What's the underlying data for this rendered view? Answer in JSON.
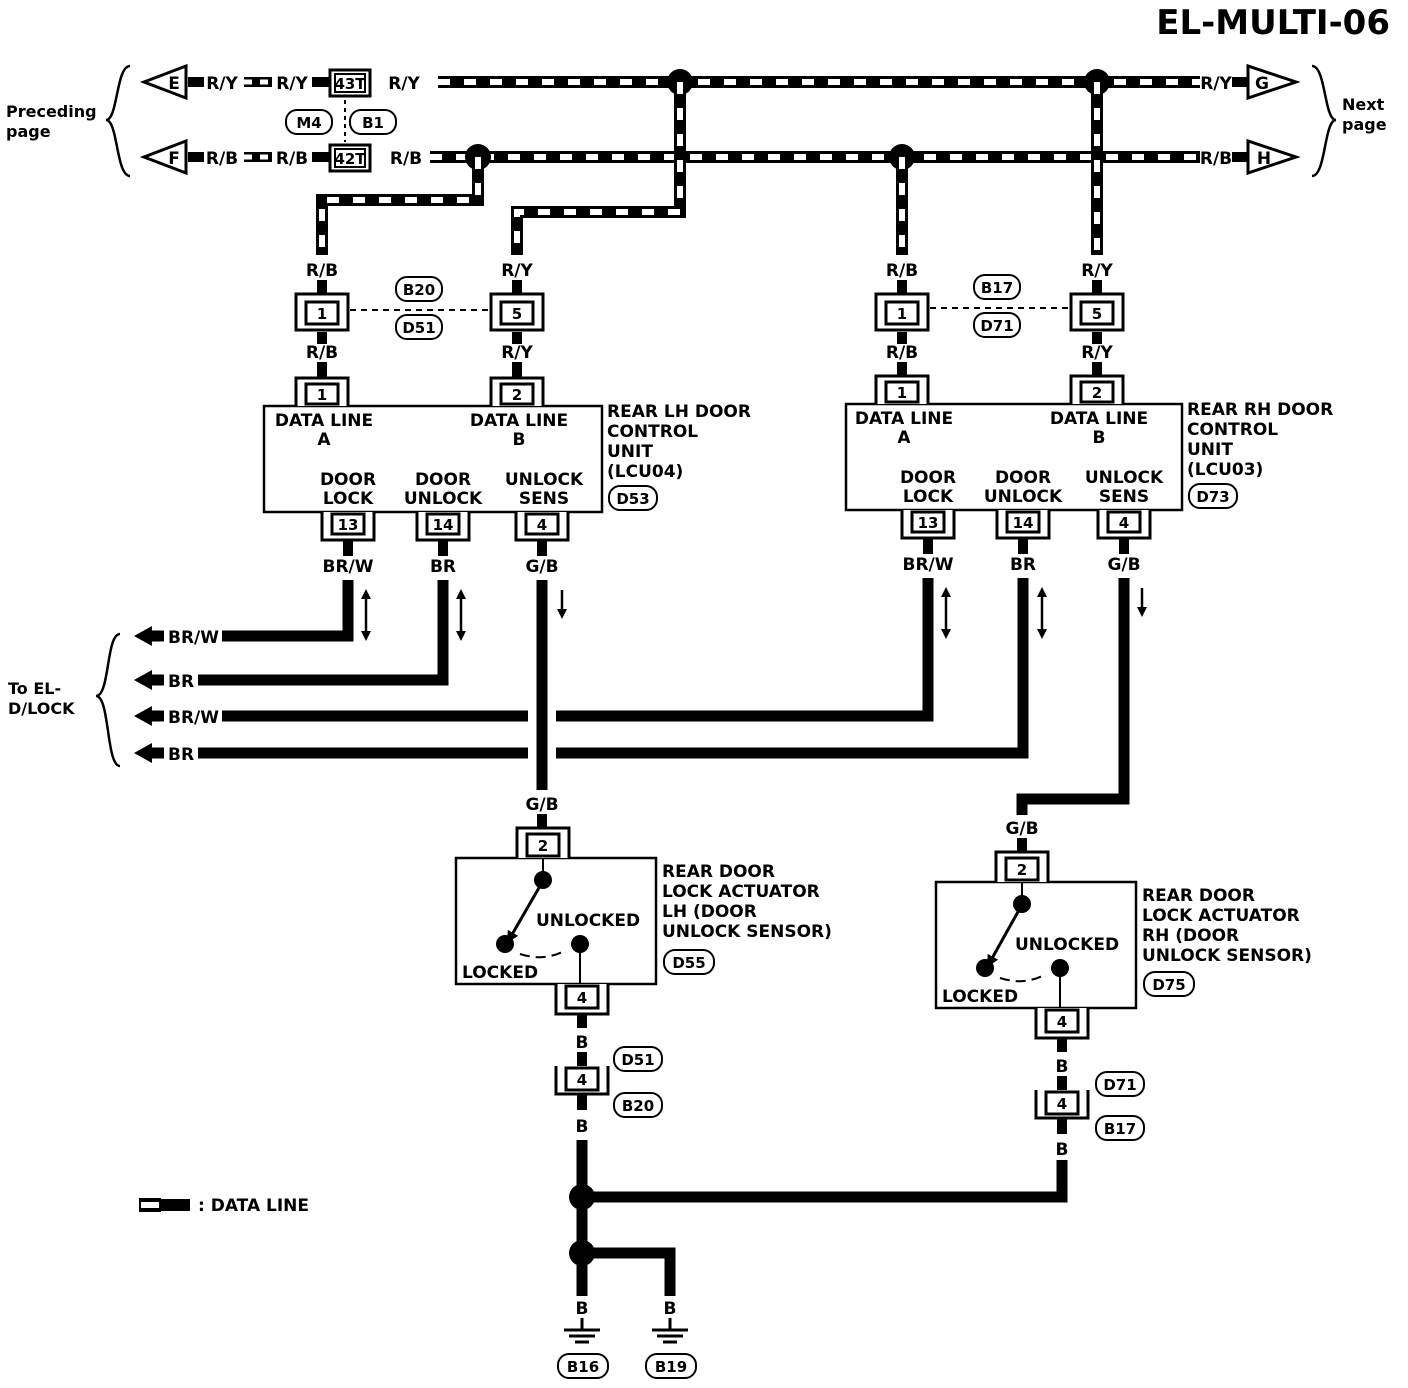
{
  "title": "EL-MULTI-06",
  "nav": {
    "preceding_label": [
      "Preceding",
      "page"
    ],
    "next_label": [
      "Next",
      "page"
    ],
    "to_label": [
      "To EL-",
      "D/LOCK"
    ]
  },
  "top": {
    "e_tag": "E",
    "f_tag": "F",
    "g_tag": "G",
    "h_tag": "H",
    "ry": "R/Y",
    "rb": "R/B",
    "pin_43t": "43T",
    "pin_42t": "42T",
    "conn_m4": "M4",
    "conn_b1": "B1"
  },
  "lh_joint": {
    "conn_a": "B20",
    "conn_b": "D51",
    "pin1": "1",
    "pin5": "5"
  },
  "rh_joint": {
    "conn_a": "B17",
    "conn_b": "D71",
    "pin1": "1",
    "pin5": "5"
  },
  "lh_unit": {
    "name": [
      "REAR LH DOOR",
      "CONTROL",
      "UNIT",
      "(LCU04)"
    ],
    "connector": "D53",
    "data_a": [
      "DATA LINE",
      "A"
    ],
    "data_b": [
      "DATA LINE",
      "B"
    ],
    "door_lock": [
      "DOOR",
      "LOCK"
    ],
    "door_unlock": [
      "DOOR",
      "UNLOCK"
    ],
    "unlock_sens": [
      "UNLOCK",
      "SENS"
    ],
    "pins": [
      "1",
      "2",
      "13",
      "14",
      "4"
    ]
  },
  "rh_unit": {
    "name": [
      "REAR RH DOOR",
      "CONTROL",
      "UNIT",
      "(LCU03)"
    ],
    "connector": "D73",
    "data_a": [
      "DATA LINE",
      "A"
    ],
    "data_b": [
      "DATA LINE",
      "B"
    ],
    "door_lock": [
      "DOOR",
      "LOCK"
    ],
    "door_unlock": [
      "DOOR",
      "UNLOCK"
    ],
    "unlock_sens": [
      "UNLOCK",
      "SENS"
    ],
    "pins": [
      "1",
      "2",
      "13",
      "14",
      "4"
    ]
  },
  "wires": {
    "brw": "BR/W",
    "br": "BR",
    "gb": "G/B",
    "b": "B"
  },
  "lh_actuator": {
    "name": [
      "REAR DOOR",
      "LOCK ACTUATOR",
      "LH (DOOR",
      "UNLOCK SENSOR)"
    ],
    "connector": "D55",
    "unlocked": "UNLOCKED",
    "locked": "LOCKED",
    "pin_top": "2",
    "pin_bottom": "4"
  },
  "rh_actuator": {
    "name": [
      "REAR DOOR",
      "LOCK ACTUATOR",
      "RH (DOOR",
      "UNLOCK SENSOR)"
    ],
    "connector": "D75",
    "unlocked": "UNLOCKED",
    "locked": "LOCKED",
    "pin_top": "2",
    "pin_bottom": "4"
  },
  "lh_ground_joint": {
    "pin": "4",
    "conn_a": "D51",
    "conn_b": "B20"
  },
  "rh_ground_joint": {
    "pin": "4",
    "conn_a": "D71",
    "conn_b": "B17"
  },
  "grounds": [
    "B16",
    "B19"
  ],
  "legend": ": DATA LINE"
}
